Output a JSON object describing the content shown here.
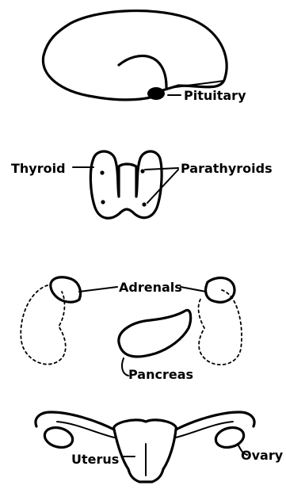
{
  "labels": {
    "pituitary": "Pituitary",
    "parathyroids": "Parathyroids",
    "thyroid": "Thyroid",
    "adrenals": "Adrenals",
    "pancreas": "Pancreas",
    "ovary": "Ovary",
    "uterus": "Uterus"
  },
  "colors": {
    "ink": "#000000",
    "background": "#ffffff"
  }
}
